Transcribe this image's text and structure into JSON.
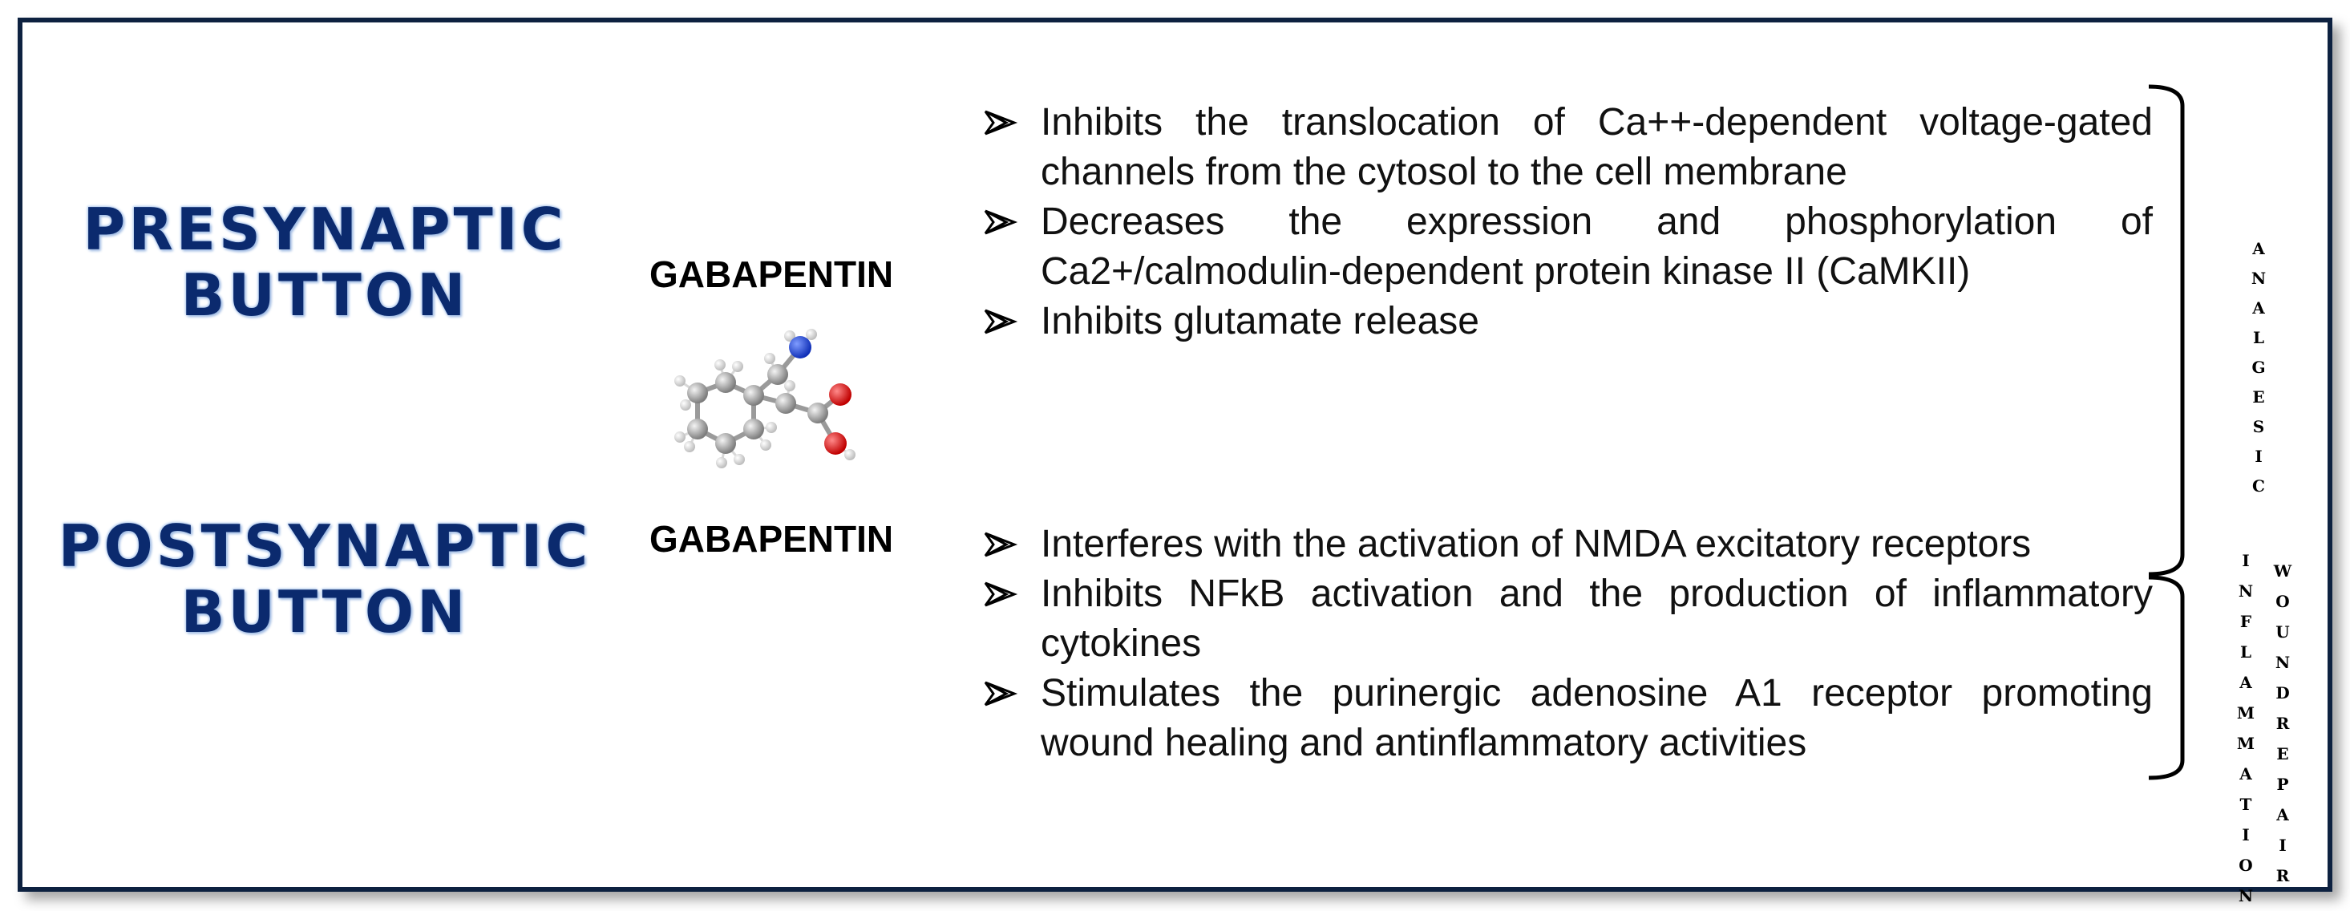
{
  "presynaptic": {
    "title": [
      "PRESYNAPTIC",
      "BUTTON"
    ],
    "drug": "GABAPENTIN",
    "effects": [
      "Inhibits the translocation of Ca++-dependent voltage-gated channels from the cytosol to the cell membrane",
      "Decreases the expression and phosphorylation of Ca2+/calmodulin-dependent protein kinase II (CaMKII)",
      "Inhibits glutamate release"
    ]
  },
  "postsynaptic": {
    "title": [
      "POSTSYNAPTIC",
      "BUTTON"
    ],
    "drug": "GABAPENTIN",
    "effects": [
      "Interferes with the activation of NMDA excitatory receptors",
      "Inhibits NFkB activation and the production of inflammatory cytokines",
      "Stimulates the purinergic adenosine A1 receptor promoting wound healing and antinflammatory activities"
    ]
  },
  "bracket_labels": {
    "analgesic": "ANALGESIC",
    "inflammation": "INFLAMMATION",
    "wound_repair": "WOUNDREPAIR"
  },
  "colors": {
    "frame": "#0d2140",
    "site_title": "#0b2a6e",
    "nitrogen": "#1a3fd6",
    "oxygen": "#e01010",
    "carbon": "#a8a8a8"
  }
}
